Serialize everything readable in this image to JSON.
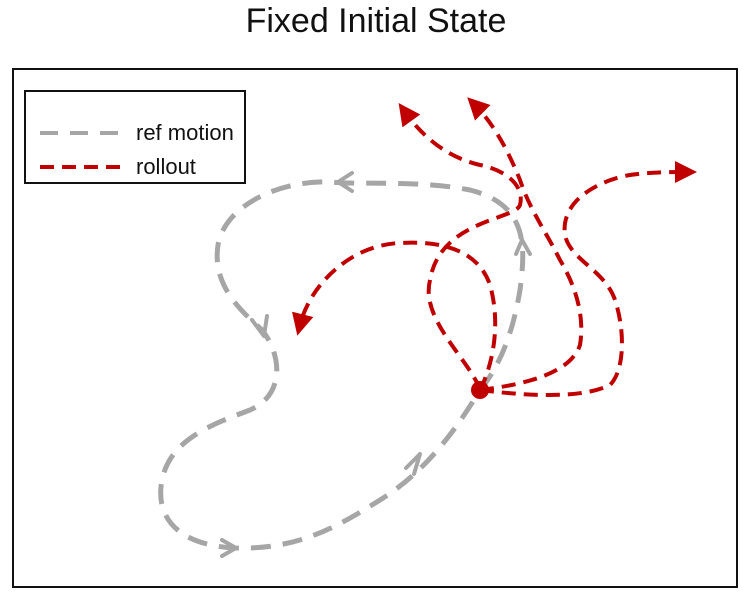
{
  "title": "Fixed Initial State",
  "legend": {
    "ref_label": "ref motion",
    "rollout_label": "rollout"
  },
  "colors": {
    "ref": "#a6a6a6",
    "rollout": "#c00000",
    "frame": "#111111"
  }
}
